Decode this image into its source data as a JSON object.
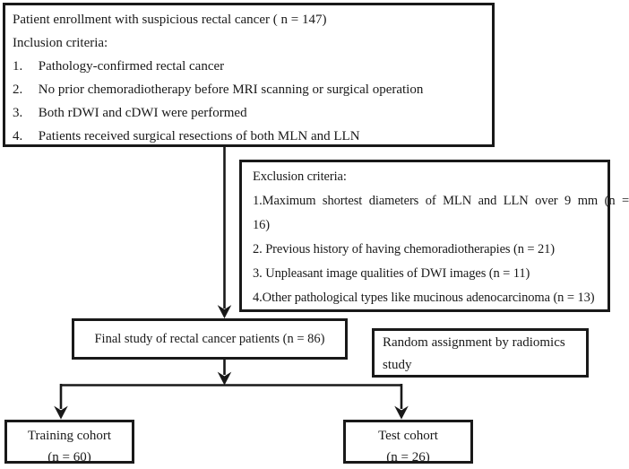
{
  "diagram": {
    "enrollment_box": {
      "title": "Patient enrollment with suspicious rectal cancer ( n = 147)",
      "subtitle": "Inclusion criteria:",
      "items": [
        {
          "num": "1.",
          "text": "Pathology-confirmed rectal cancer"
        },
        {
          "num": "2.",
          "text": "No prior chemoradiotherapy before MRI scanning or surgical operation"
        },
        {
          "num": "3.",
          "text": "Both rDWI and cDWI were performed"
        },
        {
          "num": "4.",
          "text": "Patients received surgical resections of both MLN and LLN"
        }
      ]
    },
    "exclusion_box": {
      "title": "Exclusion criteria:",
      "lines": [
        "1.Maximum shortest diameters of MLN and LLN over 9 mm (n =",
        "16)",
        "2. Previous history of having chemoradiotherapies (n = 21)",
        "3. Unpleasant image qualities of DWI images (n = 11)",
        "4.Other pathological types like mucinous adenocarcinoma (n = 13)"
      ]
    },
    "final_box": {
      "label": "Final study of rectal cancer patients (n = 86)"
    },
    "random_box": {
      "line1": "Random assignment by radiomics",
      "line2": "study"
    },
    "training_box": {
      "label": "Training cohort",
      "count": "(n = 60)"
    },
    "test_box": {
      "label": "Test cohort",
      "count": "(n = 26)"
    }
  },
  "colors": {
    "line": "#191919",
    "text": "#191919",
    "background": "#ffffff"
  }
}
